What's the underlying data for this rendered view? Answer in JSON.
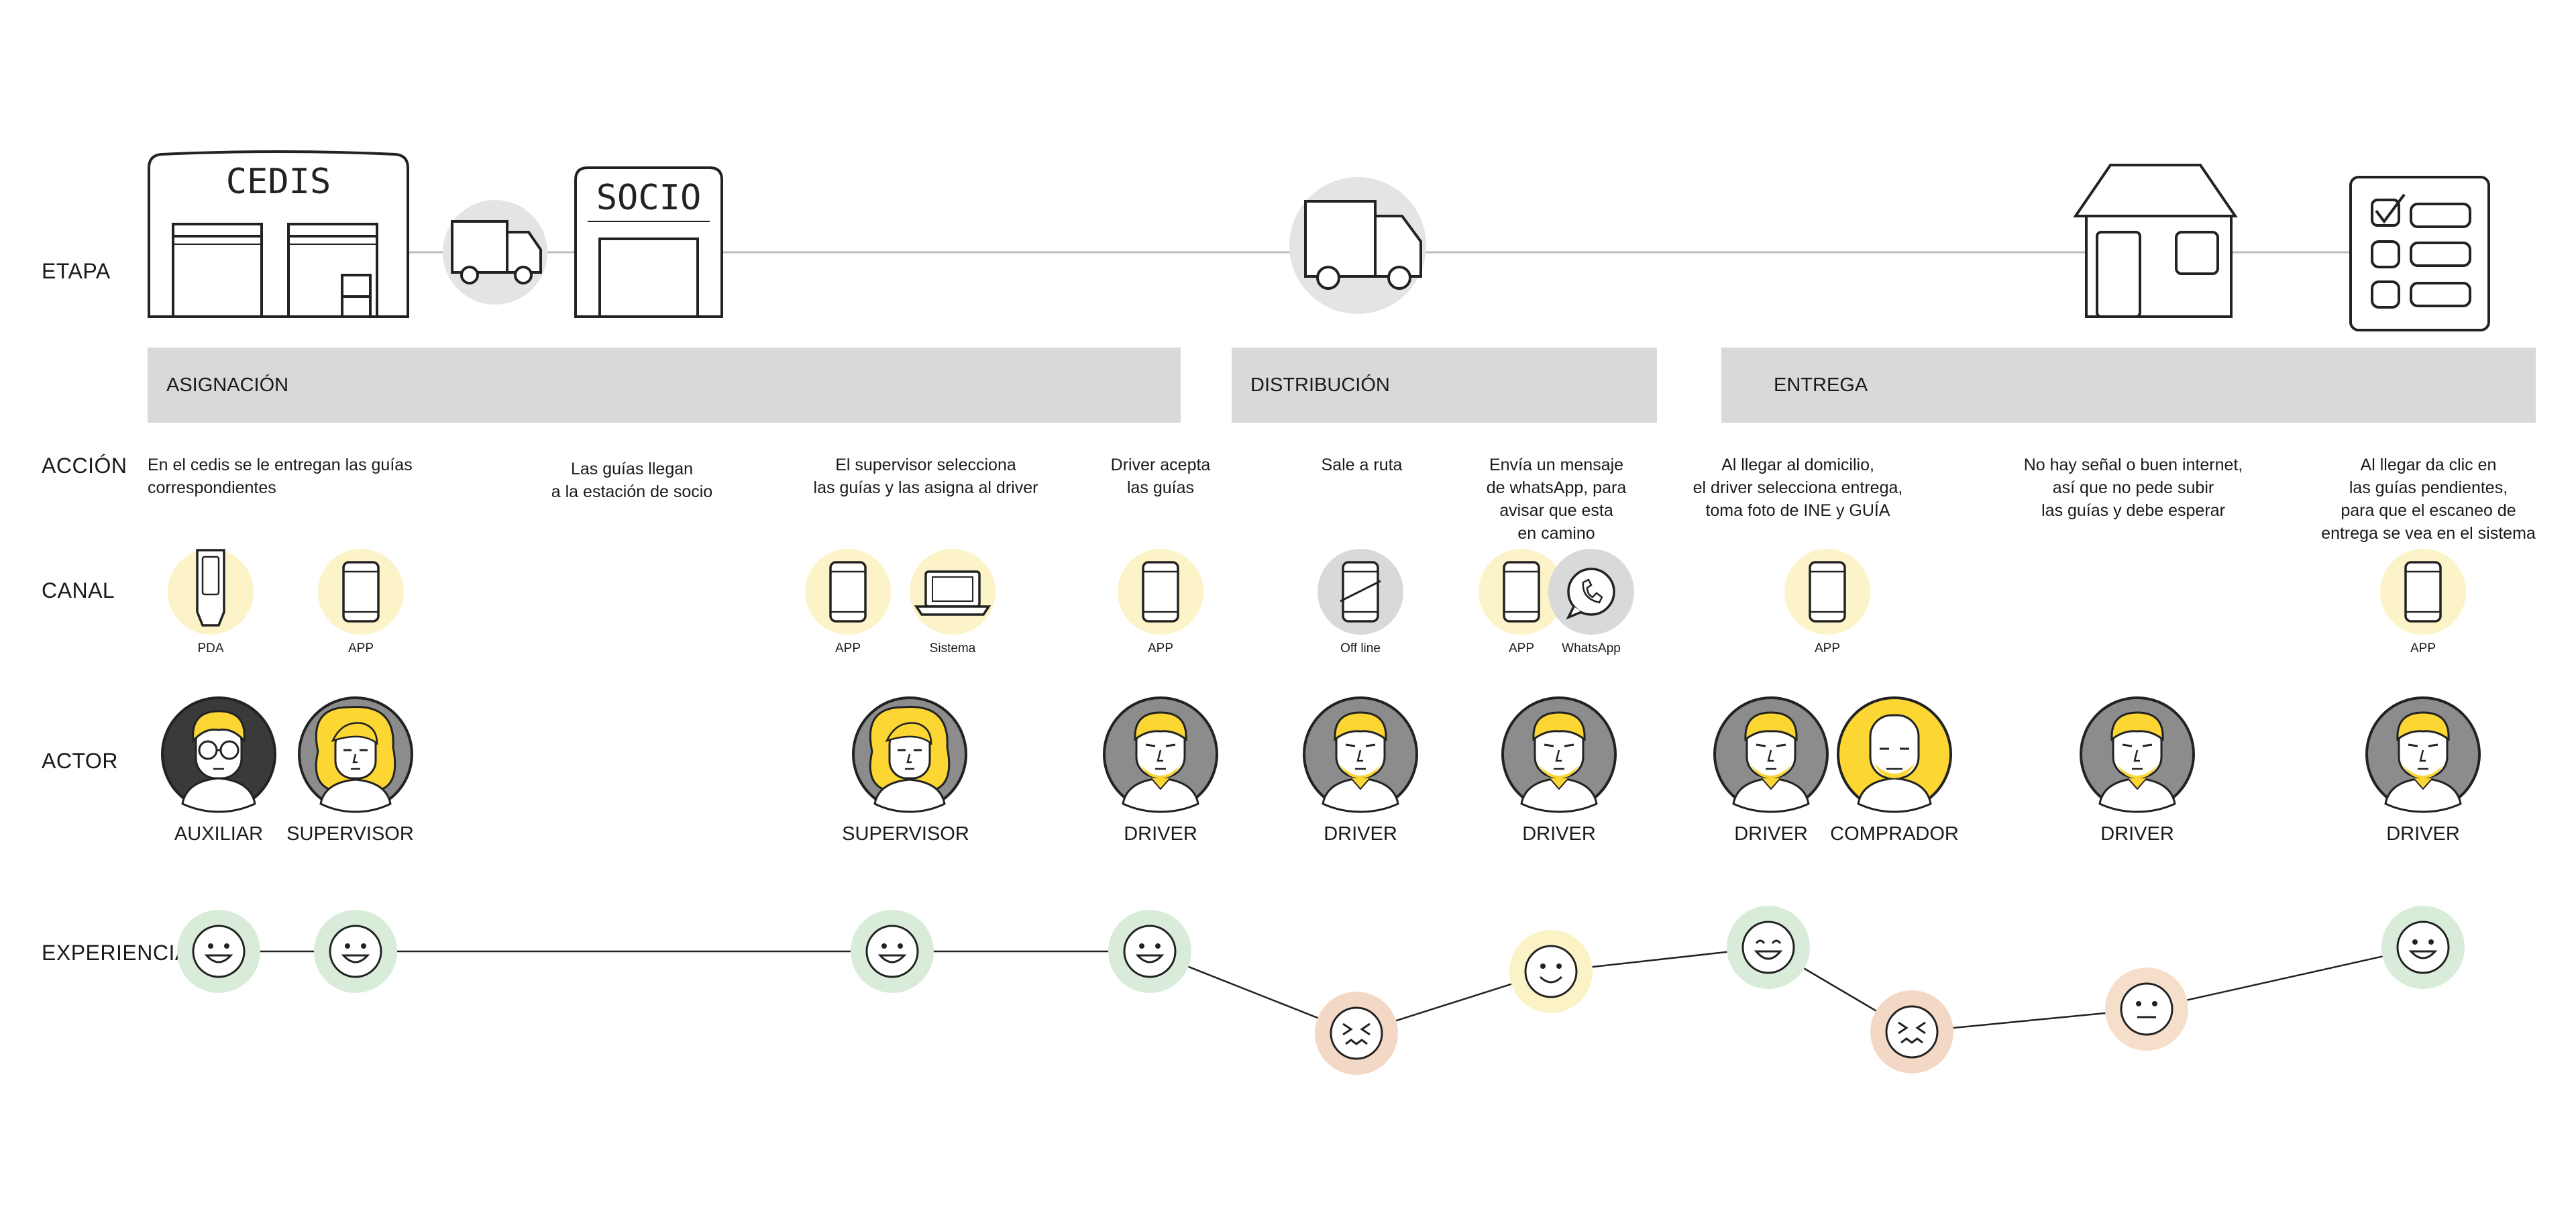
{
  "rows": {
    "etapa": "ETAPA",
    "accion": "ACCIÓN",
    "canal": "CANAL",
    "actor": "ACTOR",
    "experiencia": "EXPERIENCIA"
  },
  "buildings": {
    "cedis": "CEDIS",
    "socio": "SOCIO"
  },
  "phases": [
    "ASIGNACIÓN",
    "DISTRIBUCIÓN",
    "ENTREGA"
  ],
  "actions": [
    [
      "En el cedis se le entregan las guías",
      "correspondientes"
    ],
    [
      "Las guías llegan",
      "a la estación de socio"
    ],
    [
      "El supervisor selecciona",
      "las guías y las asigna al driver"
    ],
    [
      "Driver acepta",
      "las guías"
    ],
    [
      "Sale a ruta"
    ],
    [
      "Envía un mensaje",
      "de whatsApp, para",
      "avisar que esta",
      "en camino"
    ],
    [
      "Al llegar al domicilio,",
      "el driver selecciona entrega,",
      "toma foto de INE y GUÍA"
    ],
    [
      "No hay señal o buen internet,",
      "así que no pede subir",
      "las guías y debe esperar"
    ],
    [
      "Al llegar  da clic en",
      "las guías pendientes,",
      "para que el escaneo de",
      "entrega se vea en el sistema"
    ]
  ],
  "channels": [
    "PDA",
    "APP",
    "APP",
    "Sistema",
    "APP",
    "Off line",
    "APP",
    "WhatsApp",
    "APP",
    "APP"
  ],
  "actors": [
    "AUXILIAR",
    "SUPERVISOR",
    "SUPERVISOR",
    "DRIVER",
    "DRIVER",
    "DRIVER",
    "DRIVER",
    "COMPRADOR",
    "DRIVER",
    "DRIVER"
  ],
  "experience": {
    "moods": [
      "happy",
      "happy",
      "happy",
      "happy",
      "frustrated",
      "smiling",
      "laughing",
      "frustrated",
      "neutral",
      "happy"
    ]
  },
  "colors": {
    "channel_app": "#fdf3c8",
    "channel_offline": "#d9d9d9",
    "happy": "#d8ecd9",
    "smiling": "#fbf2c6",
    "frustrated": "#f3d9c5",
    "neutral": "#f6dfca",
    "avatar_yellow": "#fcd734",
    "avatar_gray": "#8c8c8c",
    "phase_bar": "#d9d9d9"
  }
}
